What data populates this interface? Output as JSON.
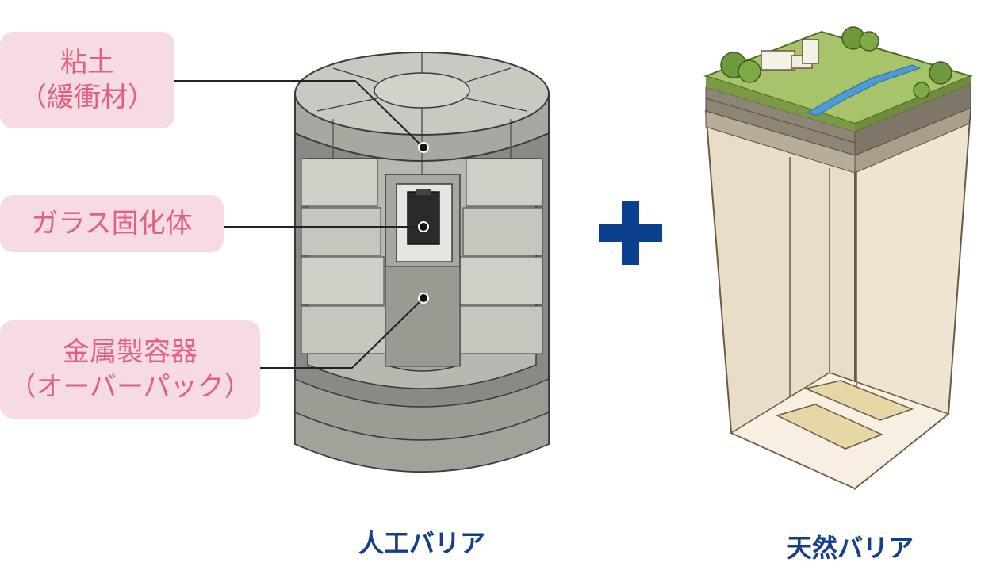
{
  "labels": {
    "clay": {
      "line1": "粘土",
      "line2": "（緩衝材）"
    },
    "glass": {
      "line1": "ガラス固化体"
    },
    "overpack": {
      "line1": "金属製容器",
      "line2": "（オーバーパック）"
    }
  },
  "captions": {
    "engineered": "人工バリア",
    "natural": "天然バリア"
  },
  "colors": {
    "label_bg": "#f6dbe5",
    "label_text": "#e0607f",
    "caption_text": "#133f8e",
    "plus": "#0d3f8f"
  }
}
